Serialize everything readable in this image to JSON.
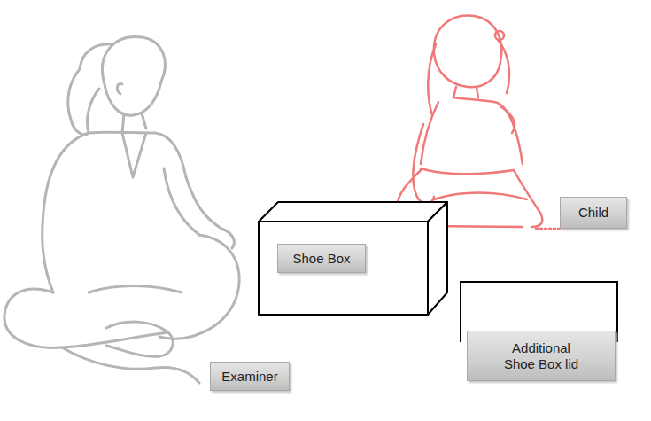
{
  "diagram": {
    "nodes": [
      {
        "text": [
          "Child"
        ]
      },
      {
        "text": [
          "Shoe Box"
        ]
      },
      {
        "text": [
          "Additional Shoe Box lid"
        ]
      },
      {
        "text": [
          "Examiner"
        ]
      }
    ]
  }
}
